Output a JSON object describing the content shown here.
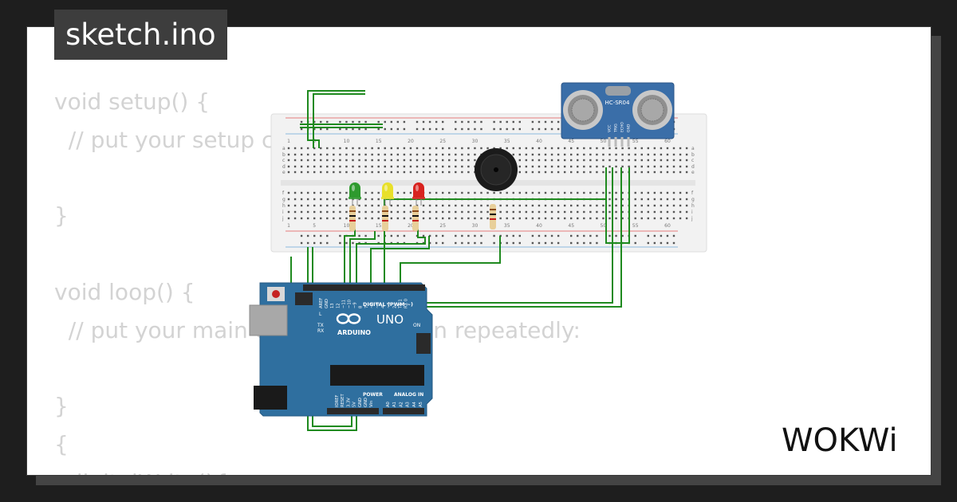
{
  "title": "sketch.ino",
  "code_lines": [
    "void setup() {",
    "  // put your setup code here, to run once:",
    "",
    "}",
    "",
    "void loop() {",
    "  // put your main code here, to run repeatedly:",
    "",
    "}",
    "{",
    "  digitalWrite(){"
  ],
  "brand": "WOKWi",
  "breadboard": {
    "column_numbers": [
      "1",
      "5",
      "10",
      "15",
      "20",
      "25",
      "30",
      "35",
      "40",
      "45",
      "50",
      "55",
      "60"
    ],
    "row_letters_top": [
      "a",
      "b",
      "c",
      "d",
      "e"
    ],
    "row_letters_bottom": [
      "f",
      "g",
      "h",
      "i",
      "j"
    ]
  },
  "sensor": {
    "model": "HC-SR04",
    "pins": [
      "VCC",
      "TRIG",
      "ECHO",
      "GND"
    ]
  },
  "leds": [
    {
      "color_name": "green",
      "color": "#2e9a2e"
    },
    {
      "color_name": "yellow",
      "color": "#e8e02a"
    },
    {
      "color_name": "red",
      "color": "#d8231f"
    }
  ],
  "arduino": {
    "board": "UNO",
    "brand": "ARDUINO",
    "digital_label": "DIGITAL (PWM ~)",
    "power_label": "POWER",
    "analog_label": "ANALOG IN",
    "on_label": "ON",
    "l_label": "L",
    "tx_label": "TX",
    "rx_label": "RX",
    "digital_pins": [
      "AREF",
      "GND",
      "13",
      "12",
      "~11",
      "~10",
      "~9",
      "8",
      "7",
      "~6",
      "~5",
      "4",
      "~3",
      "2",
      "TX 1",
      "RX 0"
    ],
    "power_pins": [
      "IOREF",
      "RESET",
      "3.3V",
      "5V",
      "GND",
      "GND",
      "Vin"
    ],
    "analog_pins": [
      "A0",
      "A1",
      "A2",
      "A3",
      "A4",
      "A5"
    ]
  },
  "colors": {
    "wire": "#1f8a1f",
    "board_blue": "#2f6f9f",
    "sensor_blue": "#3a6ea8",
    "tab_bg": "#3d3d3d",
    "code_text": "#d3d3d3"
  }
}
